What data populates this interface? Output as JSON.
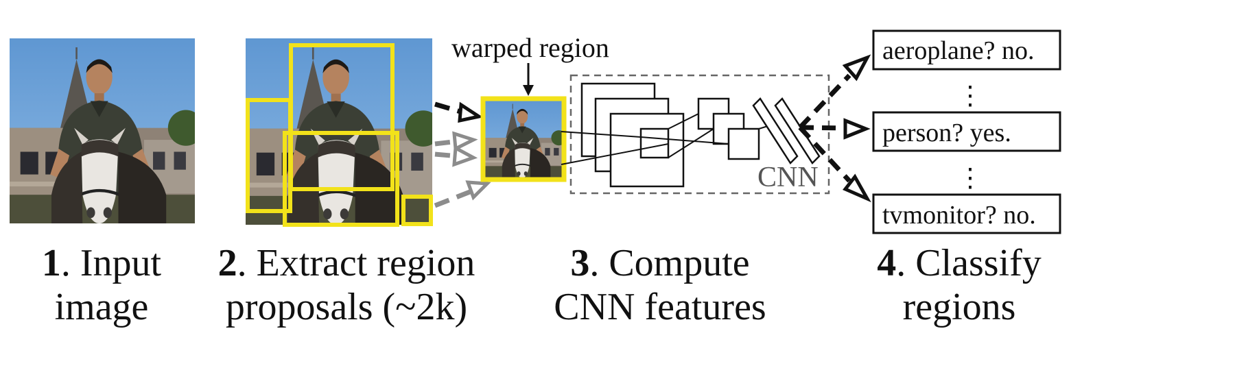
{
  "warped_label": "warped region",
  "cnn_label": "CNN",
  "steps": [
    {
      "num": "1",
      "line1": ". Input",
      "line2": "image"
    },
    {
      "num": "2",
      "line1": ". Extract region",
      "line2": "proposals (~2k)"
    },
    {
      "num": "3",
      "line1": ". Compute",
      "line2": "CNN features"
    },
    {
      "num": "4",
      "line1": ". Classify",
      "line2": "regions"
    }
  ],
  "classes": [
    "aeroplane? no.",
    "person? yes.",
    "tvmonitor? no."
  ],
  "ellipsis": "⋮",
  "colors": {
    "proposal_box": "#f2e21a",
    "sky": "#6fa3d8",
    "dark_arrow": "#111111",
    "faded_arrow": "#8c8c8c",
    "cnn_box": "#666666"
  }
}
